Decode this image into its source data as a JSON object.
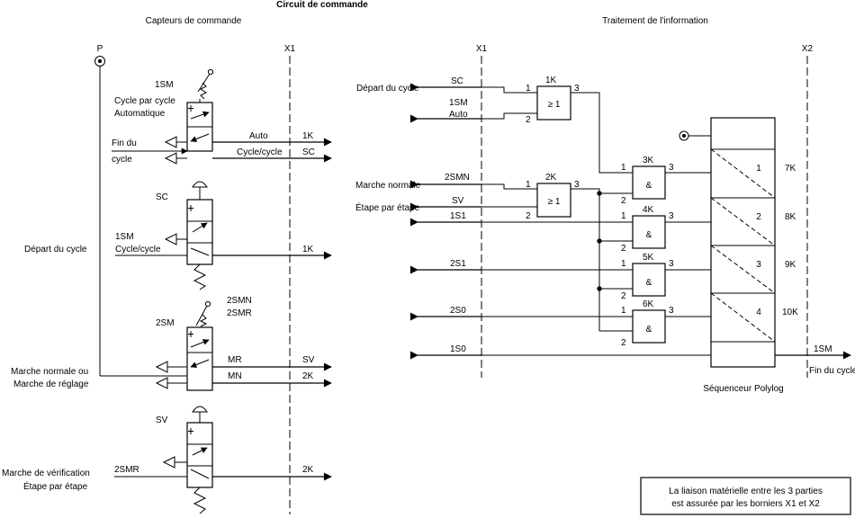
{
  "title": "Circuit de commande",
  "left_header": "Capteurs de commande",
  "right_header": "Traitement de l'information",
  "terminal_labels": {
    "x1_left": "X1",
    "x1_right": "X1",
    "x2": "X2",
    "p": "P"
  },
  "valves": {
    "sm1": {
      "name": "1SM",
      "mode1": "Cycle par cycle",
      "mode2": "Automatique",
      "port_in": "Fin du",
      "port_in2": "cycle",
      "out1_label": "Auto",
      "out1_target": "1K",
      "out2_label": "Cycle/cycle",
      "out2_target": "SC"
    },
    "sc": {
      "name": "SC",
      "in_label1": "1SM",
      "in_label2": "Cycle/cycle",
      "side_label": "Départ du cycle",
      "out_target": "1K"
    },
    "sm2": {
      "name": "2SM",
      "mode1": "2SMN",
      "mode2": "2SMR",
      "side_label1": "Marche normale ou",
      "side_label2": "Marche de réglage",
      "out1_label": "MR",
      "out1_target": "SV",
      "out2_label": "MN",
      "out2_target": "2K"
    },
    "sv": {
      "name": "SV",
      "side_label1": "Marche de vérification",
      "side_label2": "Étape par étape",
      "in_label": "2SMR",
      "out_target": "2K"
    }
  },
  "logic": {
    "in_depart": "Départ du cycle",
    "in_sc": "SC",
    "in_1sm": "1SM",
    "in_auto": "Auto",
    "in_marche": "Marche normale",
    "in_2smn": "2SMN",
    "in_etape": "Étape par étape",
    "in_sv": "SV",
    "in_1s1": "1S1",
    "in_2s1": "2S1",
    "in_2s0": "2S0",
    "in_1s0": "1S0",
    "gate_1k": {
      "name": "1K",
      "symbol": "≥ 1",
      "p1": "1",
      "p2": "2",
      "p3": "3"
    },
    "gate_2k": {
      "name": "2K",
      "symbol": "≥ 1",
      "p1": "1",
      "p2": "2",
      "p3": "3"
    },
    "gate_3k": {
      "name": "3K",
      "symbol": "&",
      "p1": "1",
      "p2": "2",
      "p3": "3"
    },
    "gate_4k": {
      "name": "4K",
      "symbol": "&",
      "p1": "1",
      "p2": "2",
      "p3": "3"
    },
    "gate_5k": {
      "name": "5K",
      "symbol": "&",
      "p1": "1",
      "p2": "2",
      "p3": "3"
    },
    "gate_6k": {
      "name": "6K",
      "symbol": "&",
      "p1": "1",
      "p2": "2",
      "p3": "3"
    },
    "seq_steps": [
      "1",
      "2",
      "3",
      "4"
    ],
    "seq_outputs": [
      "7K",
      "8K",
      "9K",
      "10K"
    ],
    "seq_name": "Séquenceur Polylog",
    "out_1sm": "1SM",
    "out_fin": "Fin du cycle"
  },
  "note_line1": "La liaison matérielle entre les 3 parties",
  "note_line2": "est assurée par les borniers X1 et X2"
}
